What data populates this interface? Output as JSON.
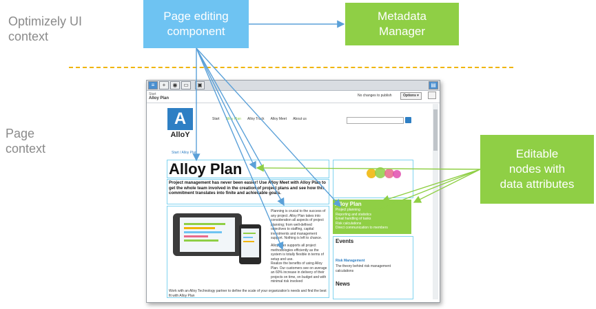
{
  "labels": {
    "ui_context": "Optimizely UI\ncontext",
    "page_context": "Page\ncontext"
  },
  "boxes": {
    "page_editing": "Page editing\ncomponent",
    "metadata_manager": "Metadata\nManager",
    "editable_nodes": "Editable\nnodes with\ndata attributes"
  },
  "colors": {
    "blue_box": "#6ec3f2",
    "green_box": "#8fcf45",
    "divider": "#f0b400",
    "arrow_blue": "#5aa0d8",
    "arrow_green": "#8fcf45"
  },
  "screenshot": {
    "toolbar": {
      "breadcrumb_root": "Start",
      "page_name": "Alloy Plan",
      "publish_status": "No changes to publish",
      "options_label": "Options"
    },
    "site": {
      "logo_letter": "A",
      "logo_text": "AlloY",
      "nav": [
        "Start",
        "Alloy Plan",
        "Alloy Track",
        "Alloy Meet",
        "About us"
      ],
      "breadcrumb": "Start  /  Alloy Plan",
      "heading": "Alloy Plan",
      "intro": "Project management has never been easier! Use Alloy Meet with Alloy Plan to get the whole team involved in the creation of project plans and see how this commitment translates into finite and achievable goals.",
      "body_p1": "Planning is crucial to the success of any project. Alloy Plan takes into consideration all aspects of project planning; from well-defined objectives to staffing, capital investments and management support. Nothing is left to chance.",
      "body_p2": "Alloy Plan supports all project methodologies efficiently as the system is totally flexible in terms of setup and use.",
      "body_p3": "Realize the benefits of using Alloy Plan. Our customers see on average an 60% increase in delivery of their projects on time, on budget and with minimal risk involved",
      "body_p4": "Work with an Alloy Technology partner to define the scale of your organization's needs and find the best fit with Alloy Plan",
      "sidebar_title": "Alloy Plan",
      "sidebar_items": [
        "Project planning",
        "Reporting and statistics",
        "Email handling of tasks",
        "Risk calculations",
        "Direct communication to members"
      ],
      "events_title": "Events",
      "event_link": "Risk Management",
      "event_desc": "The theory behind risk management calculations",
      "news_title": "News"
    }
  }
}
